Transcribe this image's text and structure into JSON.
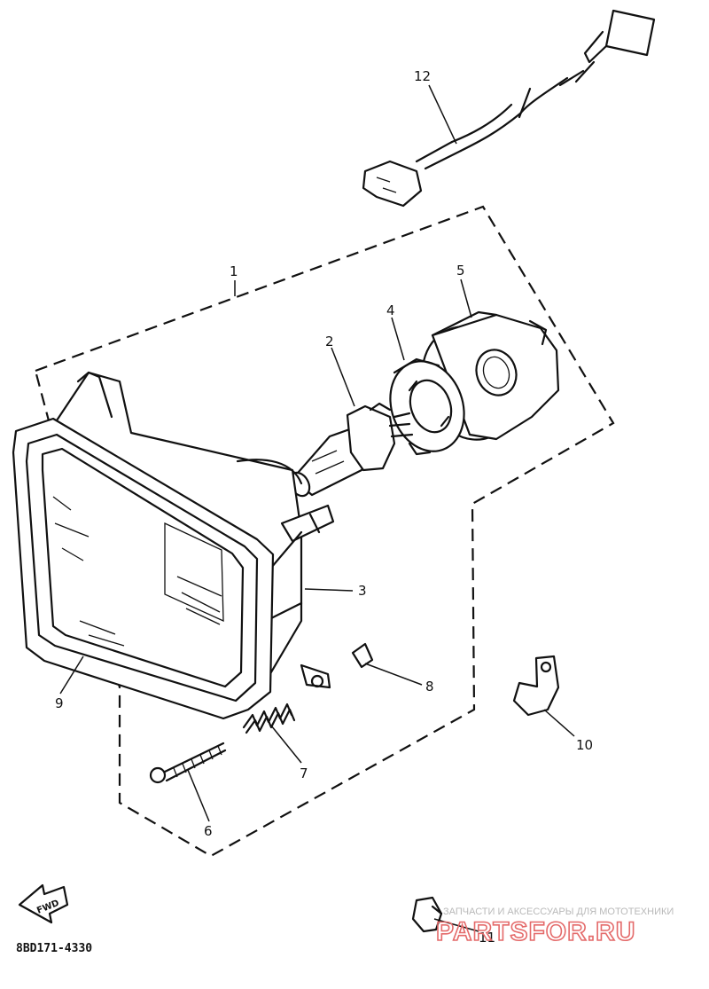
{
  "diagram": {
    "callouts": [
      "1",
      "2",
      "3",
      "4",
      "5",
      "6",
      "7",
      "8",
      "9",
      "10",
      "11",
      "12"
    ],
    "fwd_label": "FWD",
    "figure_code": "8BD171-4330"
  },
  "watermark": {
    "tagline": "ЗАПЧАСТИ И АКСЕССУАРЫ ДЛЯ МОТОТЕХНИКИ",
    "brand": "PARTSFOR.RU",
    "color": "#e46a6a"
  }
}
